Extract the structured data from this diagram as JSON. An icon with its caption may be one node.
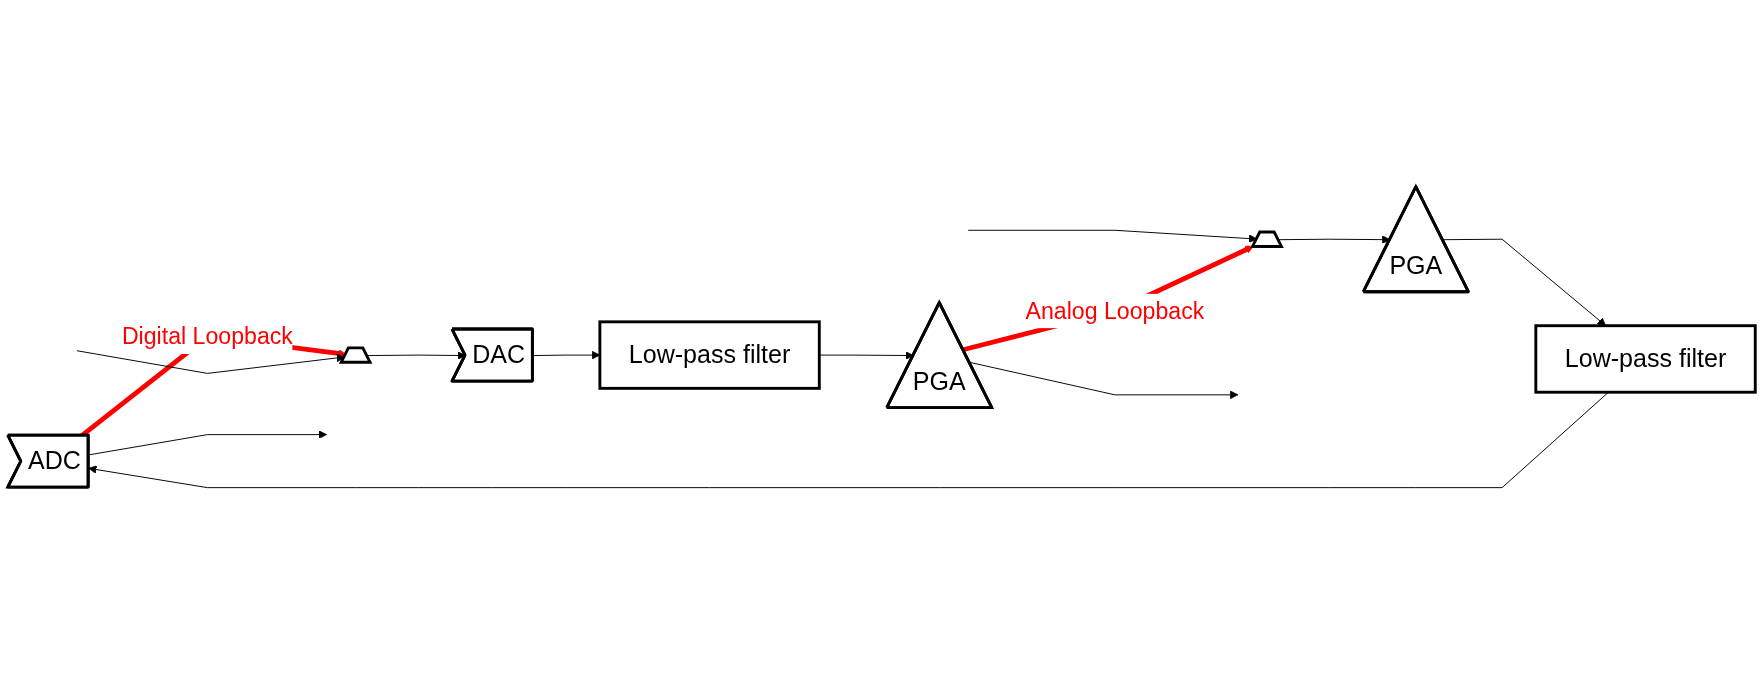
{
  "diagram": {
    "nodes": [
      {
        "text": [
          "ADC"
        ]
      },
      {
        "text": [
          "Low-pass filter"
        ]
      },
      {
        "text": [
          "PGA"
        ]
      },
      {
        "text": [],
        "shape": "trapezoid"
      },
      {
        "text": [],
        "shape": "trapezoid"
      },
      {
        "text": [
          "DAC"
        ]
      },
      {
        "text": [
          "Low-pass filter"
        ]
      },
      {
        "text": [
          "PGA"
        ]
      }
    ],
    "edges": [
      {
        "from": null,
        "to": 3,
        "arrow": "to"
      },
      {
        "from": 3,
        "to": 2,
        "arrow": "to"
      },
      {
        "from": 2,
        "to": 1,
        "arrow": "to"
      },
      {
        "from": 1,
        "to": 0,
        "arrow": "to"
      },
      {
        "from": 0,
        "to": null,
        "arrow": "to"
      },
      {
        "from": 0,
        "to": 4,
        "arrow": "to",
        "label": "Digital Loopback",
        "style": "thick",
        "color": "#ff0000"
      },
      {
        "from": null,
        "to": 4,
        "arrow": "to"
      },
      {
        "from": 4,
        "to": 5,
        "arrow": "to"
      },
      {
        "from": 5,
        "to": 6,
        "arrow": "to"
      },
      {
        "from": 6,
        "to": 7,
        "arrow": "to"
      },
      {
        "from": 7,
        "to": null,
        "arrow": "to"
      },
      {
        "from": 7,
        "to": 3,
        "arrow": "to",
        "label": "Analog Loopback",
        "style": "thick",
        "color": "#ff0000"
      }
    ]
  }
}
